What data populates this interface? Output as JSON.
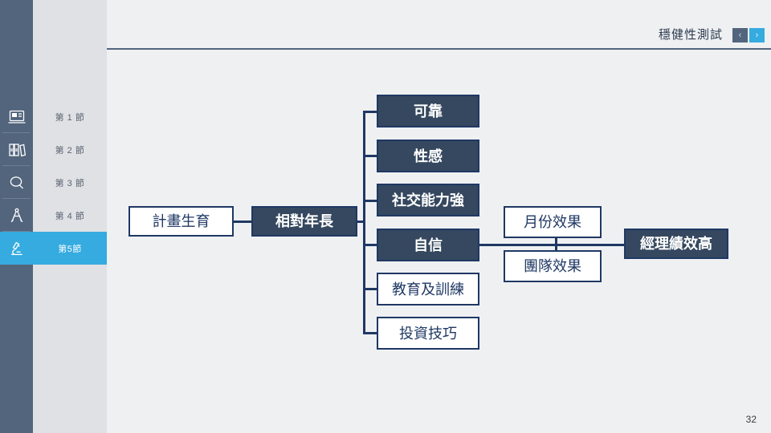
{
  "header": {
    "title": "穩健性測試",
    "prev_label": "‹",
    "next_label": "›",
    "prev_icon": "chevron-left-icon",
    "next_icon": "chevron-right-icon"
  },
  "sidebar": {
    "icons": [
      {
        "name": "presentation-screen-icon"
      },
      {
        "name": "books-binders-icon"
      },
      {
        "name": "magnifier-icon"
      },
      {
        "name": "compass-divider-icon"
      },
      {
        "name": "microscope-icon"
      }
    ],
    "items": [
      {
        "label": "第 1 節",
        "active": false
      },
      {
        "label": "第 2 節",
        "active": false
      },
      {
        "label": "第 3 節",
        "active": false
      },
      {
        "label": "第 4 節",
        "active": false
      },
      {
        "label": "第5節",
        "active": true
      }
    ]
  },
  "diagram": {
    "root": "計畫生育",
    "driver": "相對年長",
    "traits": [
      "可靠",
      "性感",
      "社交能力強",
      "自信",
      "教育及訓練",
      "投資技巧"
    ],
    "effects": [
      "月份效果",
      "團隊效果"
    ],
    "outcome": "經理績效高"
  },
  "footer": {
    "page_number": "32"
  },
  "colors": {
    "rail_dark": "#53657d",
    "rail_light": "#e0e1e5",
    "accent": "#35abe0",
    "box_fill": "#35485f",
    "box_border": "#1f3864",
    "canvas": "#eff0f2"
  }
}
